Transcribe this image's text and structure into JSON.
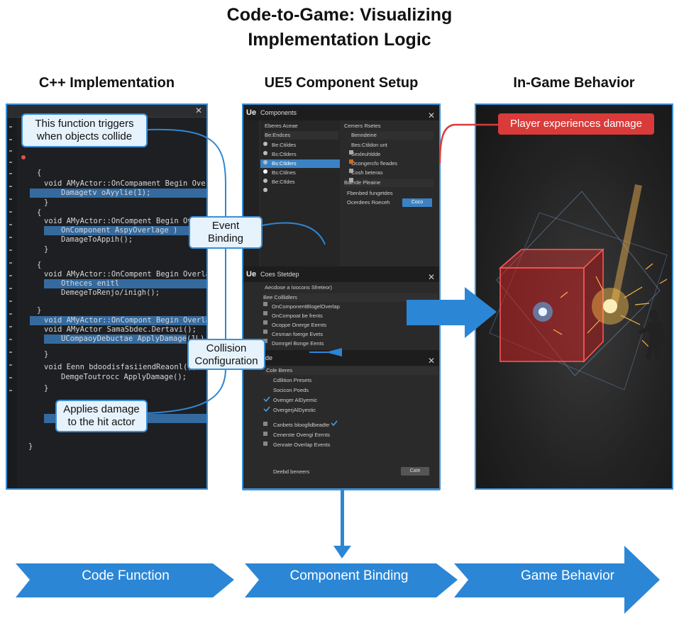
{
  "title_line1": "Code-to-Game: Visualizing",
  "title_line2": "Implementation Logic",
  "columns": {
    "code": "C++ Implementation",
    "ue": "UE5 Component Setup",
    "game": "In-Game Behavior"
  },
  "callouts": {
    "triggers_line1": "This function triggers",
    "triggers_line2": "when objects collide",
    "event_line1": "Event",
    "event_line2": "Binding",
    "collision_line1": "Collision",
    "collision_line2": "Configuration",
    "applies_line1": "Applies damage",
    "applies_line2": "to the hit actor",
    "player": "Player experiences damage"
  },
  "code": {
    "close": "✕",
    "lines": [
      "{",
      "void AMyActor::OnCompament Begin Overlap ./",
      "Damagetv oAyylie(1);",
      "}",
      "{",
      "void AMyActor::OnCompent Begin Overlep",
      "OnComponent AspyOverlage )",
      "DamageToAppih();",
      "}",
      "{",
      "void AMyActor::OnCompent Begin Overlap ./",
      "Otheces enitl",
      "DemegeToRenjo/inigh();",
      "}",
      "void AMyActor::OnCompont Begin Overlap /",
      "void AMyActor SamaSbdec.Dertavi();",
      "UCompaoyDebuctae ApplyDamage(1L)",
      "}",
      "void Eenn bdoodisfasiiendReaonl();",
      "DemgeToutrocc ApplyDamage();",
      "}",
      "}"
    ]
  },
  "ue": {
    "logo": "Ue",
    "components_title": "Components",
    "close": "✕",
    "left_header": "Eberes Aceae",
    "left_items": [
      "Be:Endces",
      "Be:Ctildes",
      "Bs:Ctlders",
      "Bs:Ctlders",
      "Bs:Ctilnes",
      "Be:Ctldes"
    ],
    "right_header": "Cemers Rsetes",
    "right_items": [
      "Benndeine",
      "Bes:Ctildon unt",
      "Sexleuhldde",
      "Ocongercfo fleades",
      "Cosh beteras"
    ],
    "right_sub": "Baerde Pleaine",
    "right_sub2": "Fbenbed fungetdes",
    "right_sub3": "Ocerdees Roeceh",
    "coco_btn": "Coco",
    "setup_title": "Coes Stetdep",
    "setup_sub": "Aecdose a Ioocons Sfreteor)",
    "setup_group": "Bee Colllidlers",
    "setup_items": [
      "OnComponentBlogelOverlap",
      "OnCompoat be frents",
      "Ocoppe Onerge Eernts",
      "Cesman foerge Evets",
      "Domrgel Bonge Eents"
    ],
    "lower_title": "lade",
    "lower_header": "Cole Beres",
    "lower_items": [
      "Cdllition Presets",
      "Socicon Poeds",
      "Ovenger AlDyemic",
      "OvergerjAlDyestic"
    ],
    "lower_checks": [
      "Canbets bloogfidbeadte",
      "Cenerste Ovengi Eernts",
      "Genrate Overlap Events"
    ],
    "bottom_label": "Deebd beneers",
    "bottom_btn": "Cate"
  },
  "flow": {
    "step1": "Code Function",
    "step2": "Component Binding",
    "step3": "Game Behavior"
  },
  "colors": {
    "accent": "#3b8fd6",
    "arrow": "#2b86d6",
    "alert": "#d93b3b",
    "cube": "#e02a2a"
  }
}
